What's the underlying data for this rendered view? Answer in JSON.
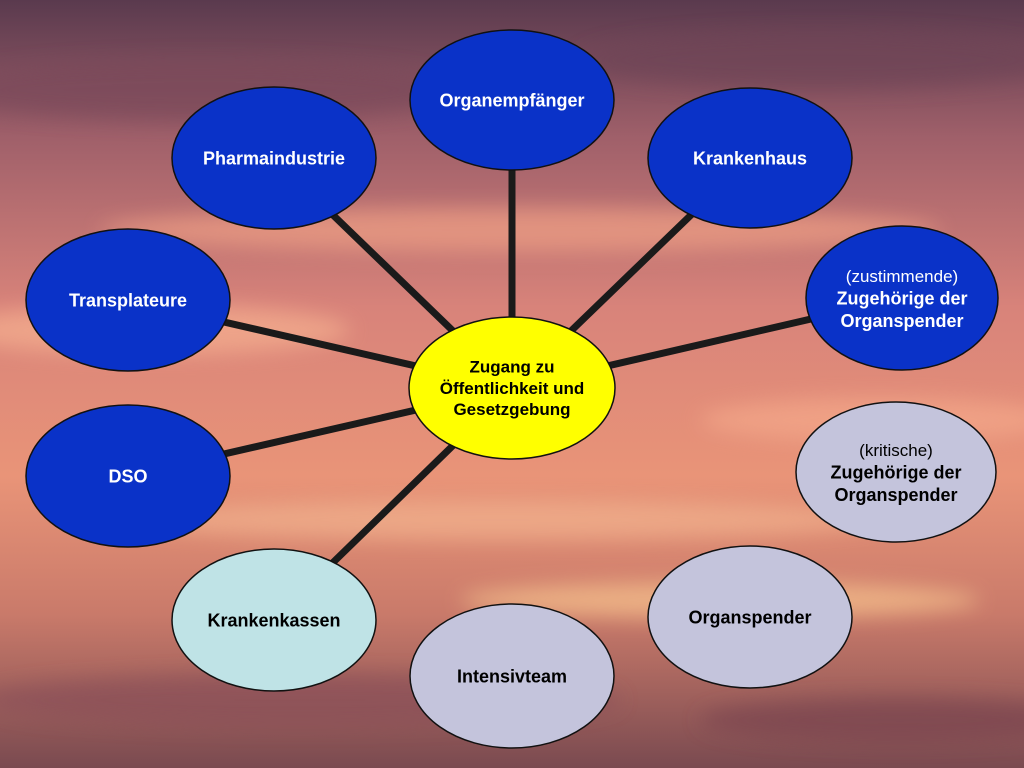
{
  "colors": {
    "blue_node": "#0a32c8",
    "gray_node": "#c4c4dc",
    "cyan_node": "#bfe3e6",
    "center_node": "#ffff00",
    "connector": "#1a1a1a"
  },
  "center": {
    "lines": [
      "Zugang zu",
      "Öffentlichkeit und",
      "Gesetzgebung"
    ]
  },
  "nodes": [
    {
      "id": "organempfaenger",
      "lines": [
        "Organempfänger"
      ],
      "style": "blue",
      "connected": true
    },
    {
      "id": "krankenhaus",
      "lines": [
        "Krankenhaus"
      ],
      "style": "blue",
      "connected": true
    },
    {
      "id": "zustimmende-angehoerige",
      "lines": [
        "(zustimmende)",
        "Zugehörige der",
        "Organspender"
      ],
      "style": "blue",
      "connected": true
    },
    {
      "id": "kritische-angehoerige",
      "lines": [
        "(kritische)",
        "Zugehörige der",
        "Organspender"
      ],
      "style": "gray",
      "connected": false
    },
    {
      "id": "organspender",
      "lines": [
        "Organspender"
      ],
      "style": "gray",
      "connected": false
    },
    {
      "id": "intensivteam",
      "lines": [
        "Intensivteam"
      ],
      "style": "gray",
      "connected": false
    },
    {
      "id": "krankenkassen",
      "lines": [
        "Krankenkassen"
      ],
      "style": "cyan",
      "connected": true
    },
    {
      "id": "dso",
      "lines": [
        "DSO"
      ],
      "style": "blue",
      "connected": true
    },
    {
      "id": "transplateure",
      "lines": [
        "Transplateure"
      ],
      "style": "blue",
      "connected": true
    },
    {
      "id": "pharmaindustrie",
      "lines": [
        "Pharmaindustrie"
      ],
      "style": "blue",
      "connected": true
    }
  ]
}
